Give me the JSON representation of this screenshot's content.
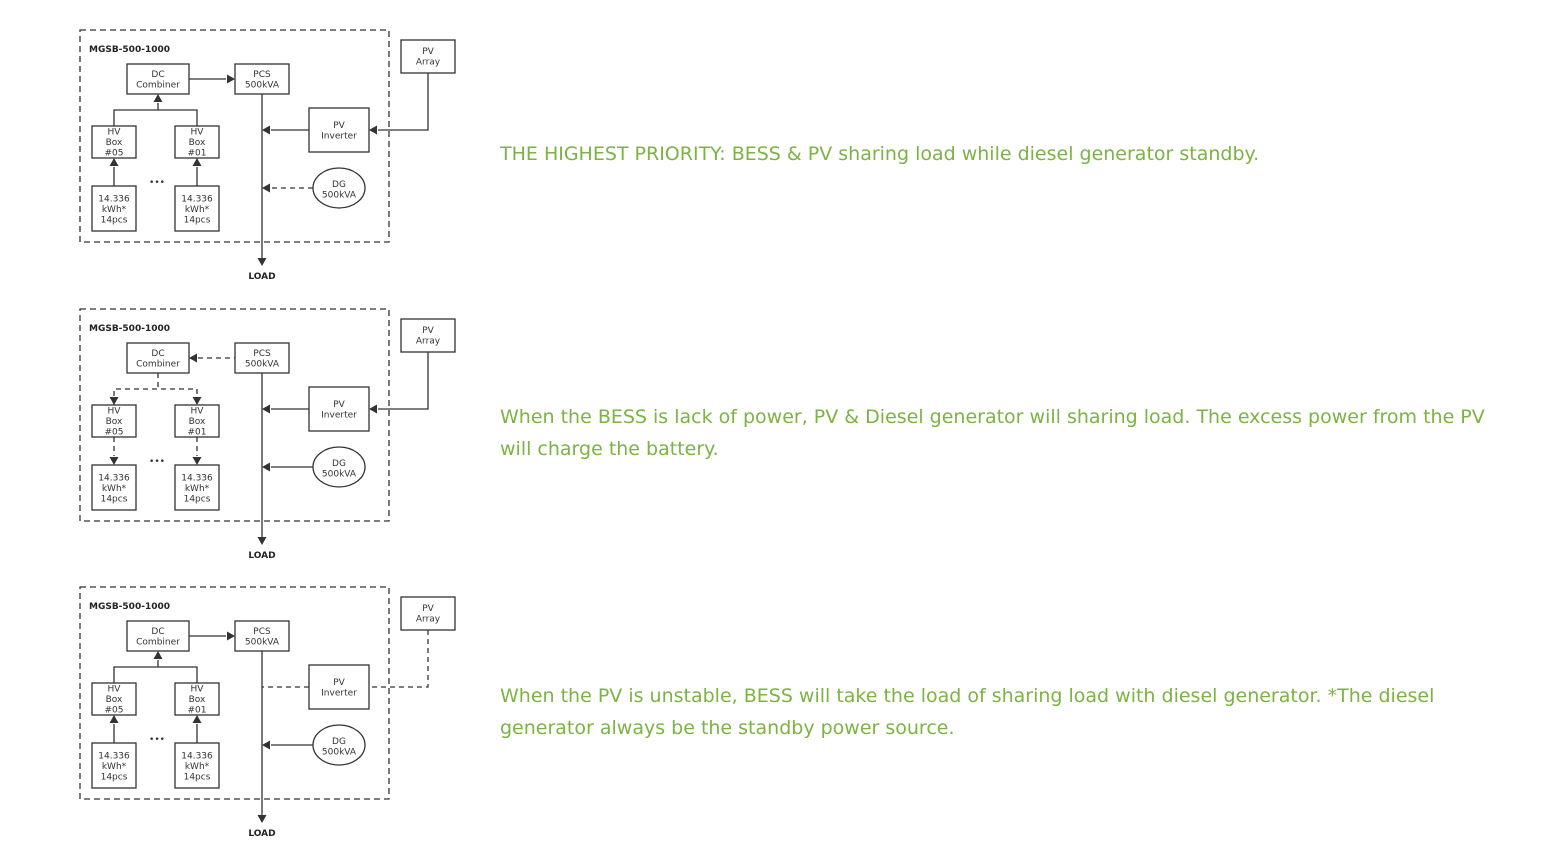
{
  "scenarios": [
    {
      "description": "THE HIGHEST PRIORITY: BESS & PV sharing load while diesel generator standby.",
      "labels": {
        "model": "MGSB-500-1000",
        "dc_combiner": [
          "DC",
          "Combiner"
        ],
        "pcs": [
          "PCS",
          "500kVA"
        ],
        "pv_array": [
          "PV",
          "Array"
        ],
        "pv_inverter": [
          "PV",
          "Inverter"
        ],
        "hv_box_left": [
          "HV",
          "Box",
          "#05"
        ],
        "hv_box_right": [
          "HV",
          "Box",
          "#01"
        ],
        "battery_left": [
          "14.336",
          "kWh*",
          "14pcs"
        ],
        "battery_right": [
          "14.336",
          "kWh*",
          "14pcs"
        ],
        "dg": [
          "DG",
          "500kVA"
        ],
        "ellipsis": "•••",
        "load": "LOAD"
      },
      "flows": {
        "combiner_to_pcs": "solid",
        "battery_to_combiner": "solid",
        "pv_to_bus": "solid",
        "dg_to_bus": "dashed"
      }
    },
    {
      "description": "When the BESS is lack of power, PV & Diesel generator will sharing load. The excess power from the PV will charge the battery.",
      "labels": {
        "model": "MGSB-500-1000",
        "dc_combiner": [
          "DC",
          "Combiner"
        ],
        "pcs": [
          "PCS",
          "500kVA"
        ],
        "pv_array": [
          "PV",
          "Array"
        ],
        "pv_inverter": [
          "PV",
          "Inverter"
        ],
        "hv_box_left": [
          "HV",
          "Box",
          "#05"
        ],
        "hv_box_right": [
          "HV",
          "Box",
          "#01"
        ],
        "battery_left": [
          "14.336",
          "kWh*",
          "14pcs"
        ],
        "battery_right": [
          "14.336",
          "kWh*",
          "14pcs"
        ],
        "dg": [
          "DG",
          "500kVA"
        ],
        "ellipsis": "•••",
        "load": "LOAD"
      },
      "flows": {
        "combiner_to_pcs": "reverse-dashed",
        "battery_to_combiner": "reverse-dashed",
        "pv_to_bus": "solid",
        "dg_to_bus": "solid"
      }
    },
    {
      "description": "When the PV is unstable, BESS will take the load of sharing load with diesel generator. *The diesel generator always be the standby power source.",
      "labels": {
        "model": "MGSB-500-1000",
        "dc_combiner": [
          "DC",
          "Combiner"
        ],
        "pcs": [
          "PCS",
          "500kVA"
        ],
        "pv_array": [
          "PV",
          "Array"
        ],
        "pv_inverter": [
          "PV",
          "Inverter"
        ],
        "hv_box_left": [
          "HV",
          "Box",
          "#05"
        ],
        "hv_box_right": [
          "HV",
          "Box",
          "#01"
        ],
        "battery_left": [
          "14.336",
          "kWh*",
          "14pcs"
        ],
        "battery_right": [
          "14.336",
          "kWh*",
          "14pcs"
        ],
        "dg": [
          "DG",
          "500kVA"
        ],
        "ellipsis": "•••",
        "load": "LOAD"
      },
      "flows": {
        "combiner_to_pcs": "solid",
        "battery_to_combiner": "solid",
        "pv_to_bus": "dashed-no-arrow",
        "dg_to_bus": "solid"
      }
    }
  ]
}
